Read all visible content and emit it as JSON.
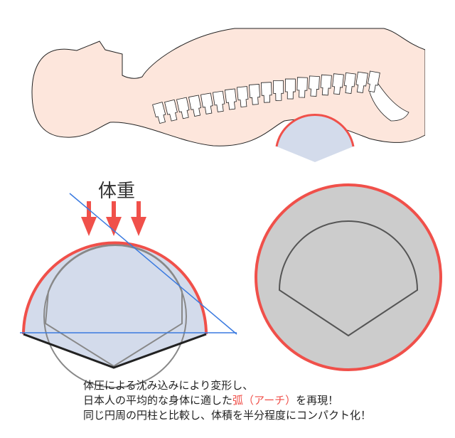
{
  "weight_label": "体重",
  "caption": {
    "line1": "体圧による沈み込みにより変形し、",
    "line2_pre": "日本人の平均的な身体に適した",
    "line2_highlight": "弧（アーチ）",
    "line2_post": "を再現！",
    "line3": "同じ円周の円柱と比較し、体積を半分程度にコンパクト化！"
  },
  "colors": {
    "accent": "#f0504a",
    "pillow": "#d3dbeb",
    "skin": "#fde6dc",
    "cylinder": "#cccccc",
    "line": "#3a7ae0"
  }
}
